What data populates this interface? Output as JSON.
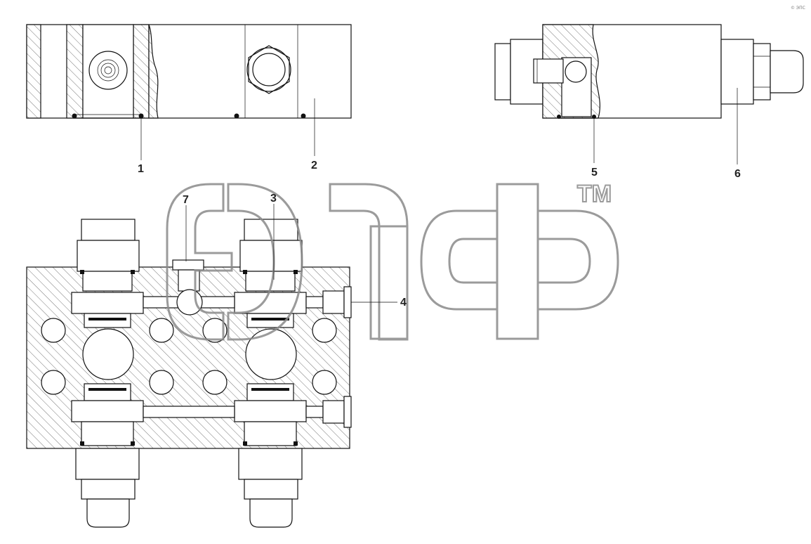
{
  "callouts": [
    {
      "id": "1",
      "text": "1"
    },
    {
      "id": "2",
      "text": "2"
    },
    {
      "id": "3",
      "text": "3"
    },
    {
      "id": "4",
      "text": "4"
    },
    {
      "id": "5",
      "text": "5"
    },
    {
      "id": "6",
      "text": "6"
    },
    {
      "id": "7",
      "text": "7"
    }
  ],
  "watermark": {
    "logo_text": "эпс",
    "trademark": "TM"
  },
  "corner_mark": "© ЭПС",
  "colors": {
    "line": "#111111",
    "hatch": "#555555",
    "watermark_outline": "#8a8a8a",
    "background": "#ffffff"
  }
}
